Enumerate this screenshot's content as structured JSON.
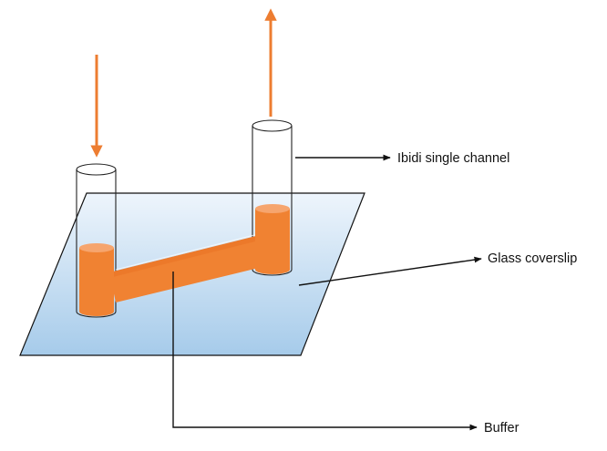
{
  "labels": {
    "channel": "Ibidi single channel",
    "coverslip": "Glass coverslip",
    "buffer": "Buffer"
  },
  "colors": {
    "flow_arrow": "#ED7D31",
    "buffer_fill": "#F08232",
    "buffer_top": "#F6A56E",
    "coverslip_top": "#EAF3FB",
    "coverslip_bottom": "#A9CDEB",
    "outline": "#111111"
  },
  "icons": {
    "inflow": "arrow-down-icon",
    "outflow": "arrow-up-icon"
  }
}
